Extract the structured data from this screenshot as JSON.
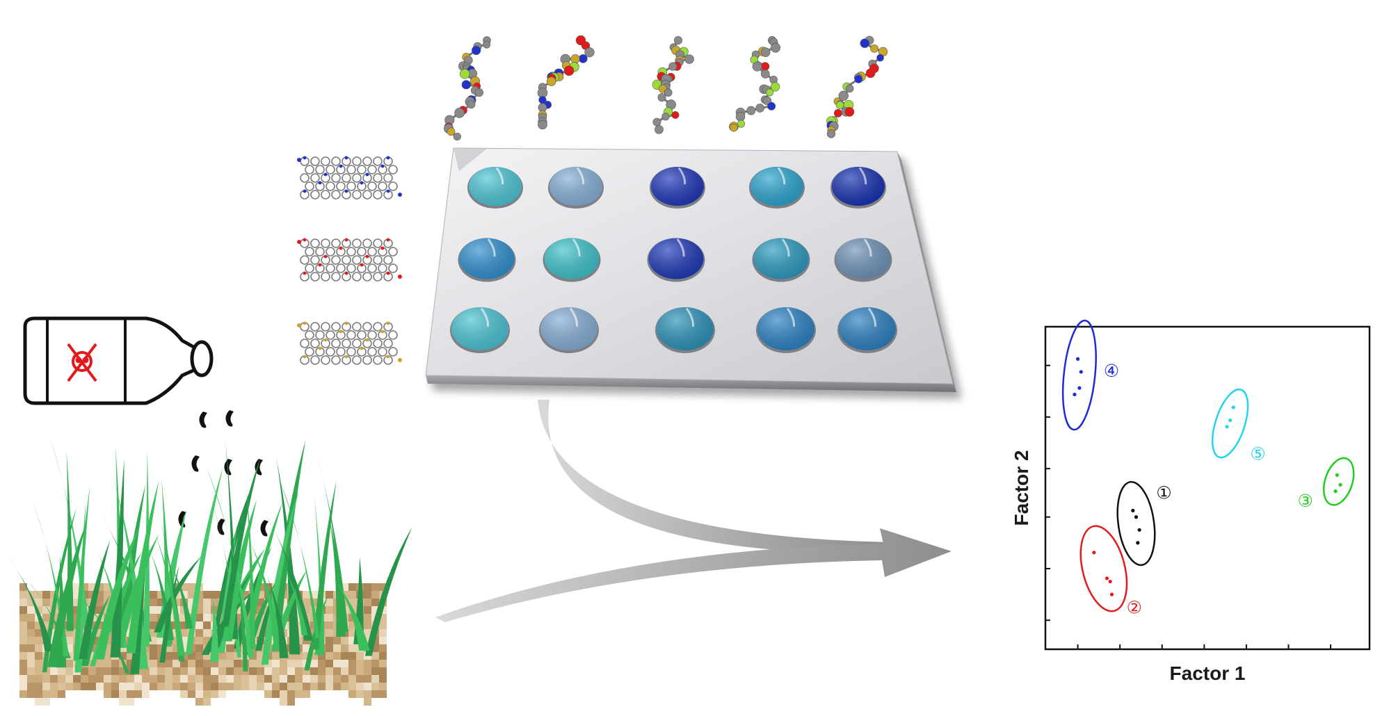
{
  "chart_data": {
    "type": "scatter",
    "xlabel": "Factor 1",
    "ylabel": "Factor 2",
    "xlim": [
      0,
      100
    ],
    "ylim": [
      0,
      100
    ],
    "grid": false,
    "ticks": {
      "x": [
        10,
        23,
        36,
        49,
        62,
        75,
        88
      ],
      "y": [
        9,
        25,
        41,
        56,
        72,
        88
      ]
    },
    "series": [
      {
        "label": "①",
        "color": "#111111",
        "center": [
          28,
          39
        ],
        "rx": 5.5,
        "ry": 13,
        "angle": -8,
        "points": [
          [
            27,
            43
          ],
          [
            28,
            41
          ],
          [
            29,
            37
          ],
          [
            28.5,
            33
          ]
        ]
      },
      {
        "label": "②",
        "color": "#e31a1c",
        "center": [
          18,
          25
        ],
        "rx": 6.5,
        "ry": 13.5,
        "angle": -14,
        "points": [
          [
            15,
            30
          ],
          [
            19,
            22
          ],
          [
            20,
            21
          ],
          [
            20.5,
            17
          ]
        ]
      },
      {
        "label": "③",
        "color": "#22cc22",
        "center": [
          90.5,
          52
        ],
        "rx": 4.2,
        "ry": 7.5,
        "angle": 18,
        "points": [
          [
            90,
            54
          ],
          [
            91,
            51
          ],
          [
            89.5,
            49
          ]
        ]
      },
      {
        "label": "④",
        "color": "#1c2bd6",
        "center": [
          10.5,
          85
        ],
        "rx": 4.8,
        "ry": 17,
        "angle": 6,
        "points": [
          [
            10,
            90
          ],
          [
            11,
            86
          ],
          [
            10.5,
            81
          ],
          [
            9,
            79
          ]
        ]
      },
      {
        "label": "⑤",
        "color": "#22d4ee",
        "center": [
          57,
          70
        ],
        "rx": 4.5,
        "ry": 11,
        "angle": 18,
        "points": [
          [
            58,
            75
          ],
          [
            57,
            71
          ],
          [
            56,
            69
          ]
        ]
      }
    ]
  }
}
